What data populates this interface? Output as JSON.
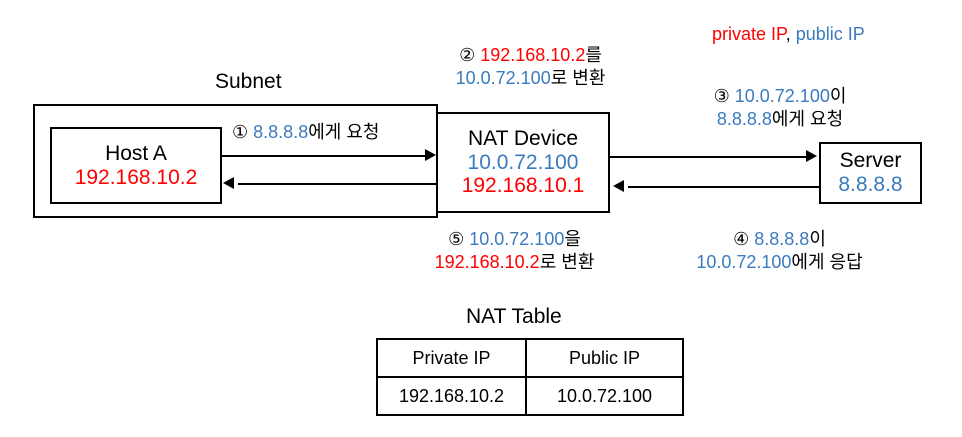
{
  "diagram": {
    "title_hidden": "",
    "legend": {
      "private_label": "private IP",
      "separator": ", ",
      "public_label": "public IP",
      "private_color": "#ff0000",
      "public_color": "#3a7bbf"
    },
    "subnet_label": "Subnet",
    "nodes": [
      {
        "id": "host-a",
        "title": "Host A",
        "ip": "192.168.10.2",
        "ip_color": "#ff0000"
      },
      {
        "id": "nat-device",
        "title": "NAT Device",
        "public_ip": "10.0.72.100",
        "public_ip_color": "#3a7bbf",
        "private_ip": "192.168.10.1",
        "private_ip_color": "#ff0000"
      },
      {
        "id": "server",
        "title": "Server",
        "ip": "8.8.8.8",
        "ip_color": "#3a7bbf"
      }
    ],
    "steps": [
      {
        "number": "①",
        "line1_ip": "8.8.8.8",
        "line1_ip_color": "#3a7bbf",
        "line1_text": "에게 요청",
        "line2_ip": "",
        "line2_ip_color": "",
        "line2_text": ""
      },
      {
        "number": "②",
        "line1_ip": "192.168.10.2",
        "line1_ip_color": "#ff0000",
        "line1_text": "를",
        "line2_ip": "10.0.72.100",
        "line2_ip_color": "#3a7bbf",
        "line2_text": "로 변환"
      },
      {
        "number": "③",
        "line1_ip": "10.0.72.100",
        "line1_ip_color": "#3a7bbf",
        "line1_text": "이",
        "line2_ip": "8.8.8.8",
        "line2_ip_color": "#3a7bbf",
        "line2_text": "에게 요청"
      },
      {
        "number": "④",
        "line1_ip": "8.8.8.8",
        "line1_ip_color": "#3a7bbf",
        "line1_text": "이",
        "line2_ip": "10.0.72.100",
        "line2_ip_color": "#3a7bbf",
        "line2_text": "에게 응답"
      },
      {
        "number": "⑤",
        "line1_ip": "10.0.72.100",
        "line1_ip_color": "#3a7bbf",
        "line1_text": "을",
        "line2_ip": "192.168.10.2",
        "line2_ip_color": "#ff0000",
        "line2_text": "로 변환"
      }
    ],
    "nat_table": {
      "title": "NAT Table",
      "headers": [
        "Private IP",
        "Public IP"
      ],
      "rows": [
        [
          "192.168.10.2",
          "10.0.72.100"
        ]
      ]
    }
  }
}
